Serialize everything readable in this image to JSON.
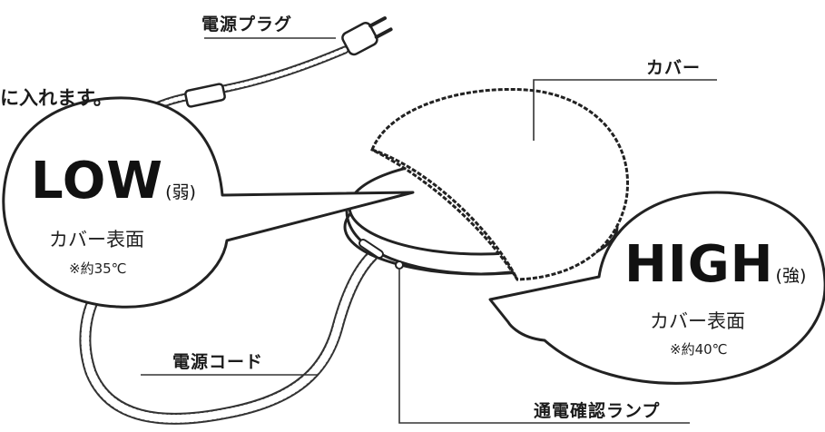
{
  "labels": {
    "plug": "電源プラグ",
    "intro": "に入れます。",
    "cover": "カバー",
    "cord": "電源コード",
    "lamp": "通電確認ランプ"
  },
  "low_bubble": {
    "level": "LOW",
    "level_sub": "(弱)",
    "surface": "カバー表面",
    "temp": "※約35℃"
  },
  "high_bubble": {
    "level": "HIGH",
    "level_sub": "(強)",
    "surface": "カバー表面",
    "temp": "※約40℃"
  }
}
